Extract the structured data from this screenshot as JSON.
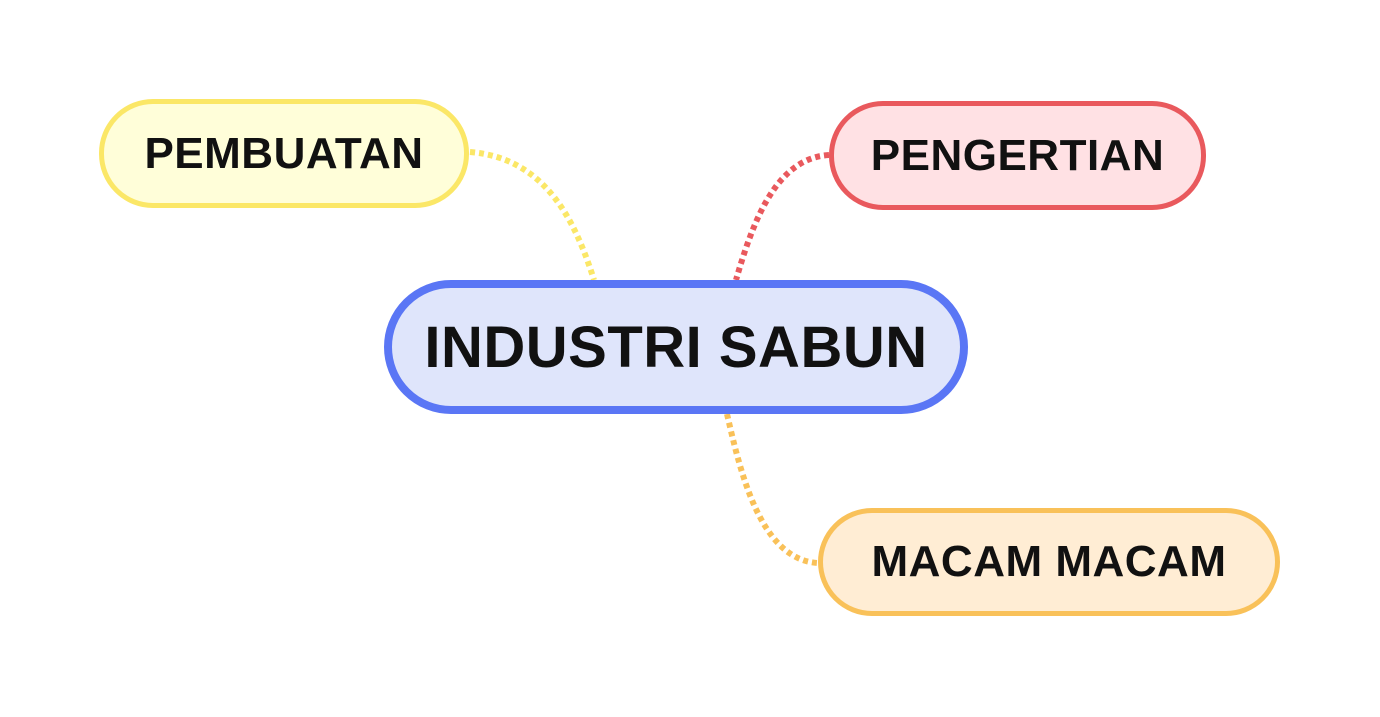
{
  "central": {
    "label": "INDUSTRI SABUN",
    "fill": "#dfe5fb",
    "border": "#5a76f5"
  },
  "branches": [
    {
      "id": "pembuatan",
      "label": "PEMBUATAN",
      "fill": "#fffed9",
      "border": "#fbe767"
    },
    {
      "id": "pengertian",
      "label": "PENGERTIAN",
      "fill": "#ffe1e4",
      "border": "#e9595d"
    },
    {
      "id": "macam",
      "label": "MACAM MACAM",
      "fill": "#ffedd4",
      "border": "#f9c159"
    }
  ]
}
